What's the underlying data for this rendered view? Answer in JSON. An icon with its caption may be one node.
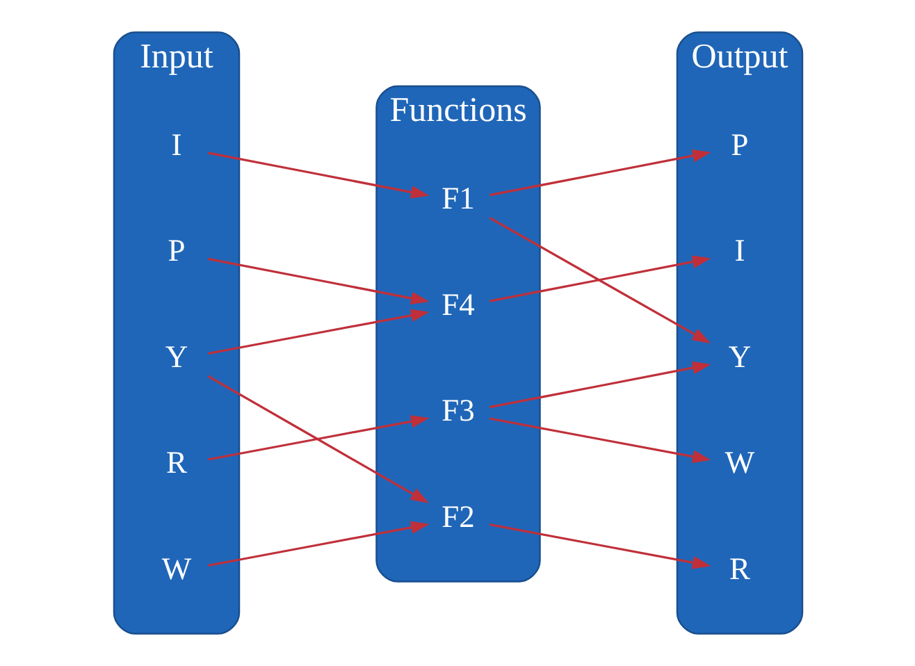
{
  "diagram": {
    "nodes": [
      {
        "text": [
          "Input"
        ]
      },
      {
        "text": [
          "I"
        ],
        "in": 0
      },
      {
        "text": [
          "P"
        ],
        "in": 0
      },
      {
        "text": [
          "Y"
        ],
        "in": 0
      },
      {
        "text": [
          "R"
        ],
        "in": 0
      },
      {
        "text": [
          "W"
        ],
        "in": 0
      },
      {
        "text": [
          "Functions"
        ]
      },
      {
        "text": [
          "F1"
        ],
        "in": 6
      },
      {
        "text": [
          "F2"
        ],
        "in": 6
      },
      {
        "text": [
          "F3"
        ],
        "in": 6
      },
      {
        "text": [
          "F4"
        ],
        "in": 6
      },
      {
        "text": [
          "Output"
        ]
      },
      {
        "text": [
          "P"
        ],
        "in": 11
      },
      {
        "text": [
          "Y"
        ],
        "in": 11
      },
      {
        "text": [
          "R"
        ],
        "in": 11
      },
      {
        "text": [
          "W"
        ],
        "in": 11
      },
      {
        "text": [
          "I"
        ],
        "in": 11
      }
    ],
    "edges": [
      {
        "from": 1,
        "to": 7,
        "arrow": "to"
      },
      {
        "from": 2,
        "to": 10,
        "arrow": "to"
      },
      {
        "from": 3,
        "to": 8,
        "arrow": "to"
      },
      {
        "from": 3,
        "to": 10,
        "arrow": "to"
      },
      {
        "from": 4,
        "to": 9,
        "arrow": "to"
      },
      {
        "from": 5,
        "to": 8,
        "arrow": "to"
      },
      {
        "from": 7,
        "to": 12,
        "arrow": "to"
      },
      {
        "from": 7,
        "to": 13,
        "arrow": "to"
      },
      {
        "from": 8,
        "to": 14,
        "arrow": "to"
      },
      {
        "from": 9,
        "to": 13,
        "arrow": "to"
      },
      {
        "from": 9,
        "to": 15,
        "arrow": "to"
      },
      {
        "from": 10,
        "to": 16,
        "arrow": "to"
      }
    ]
  }
}
